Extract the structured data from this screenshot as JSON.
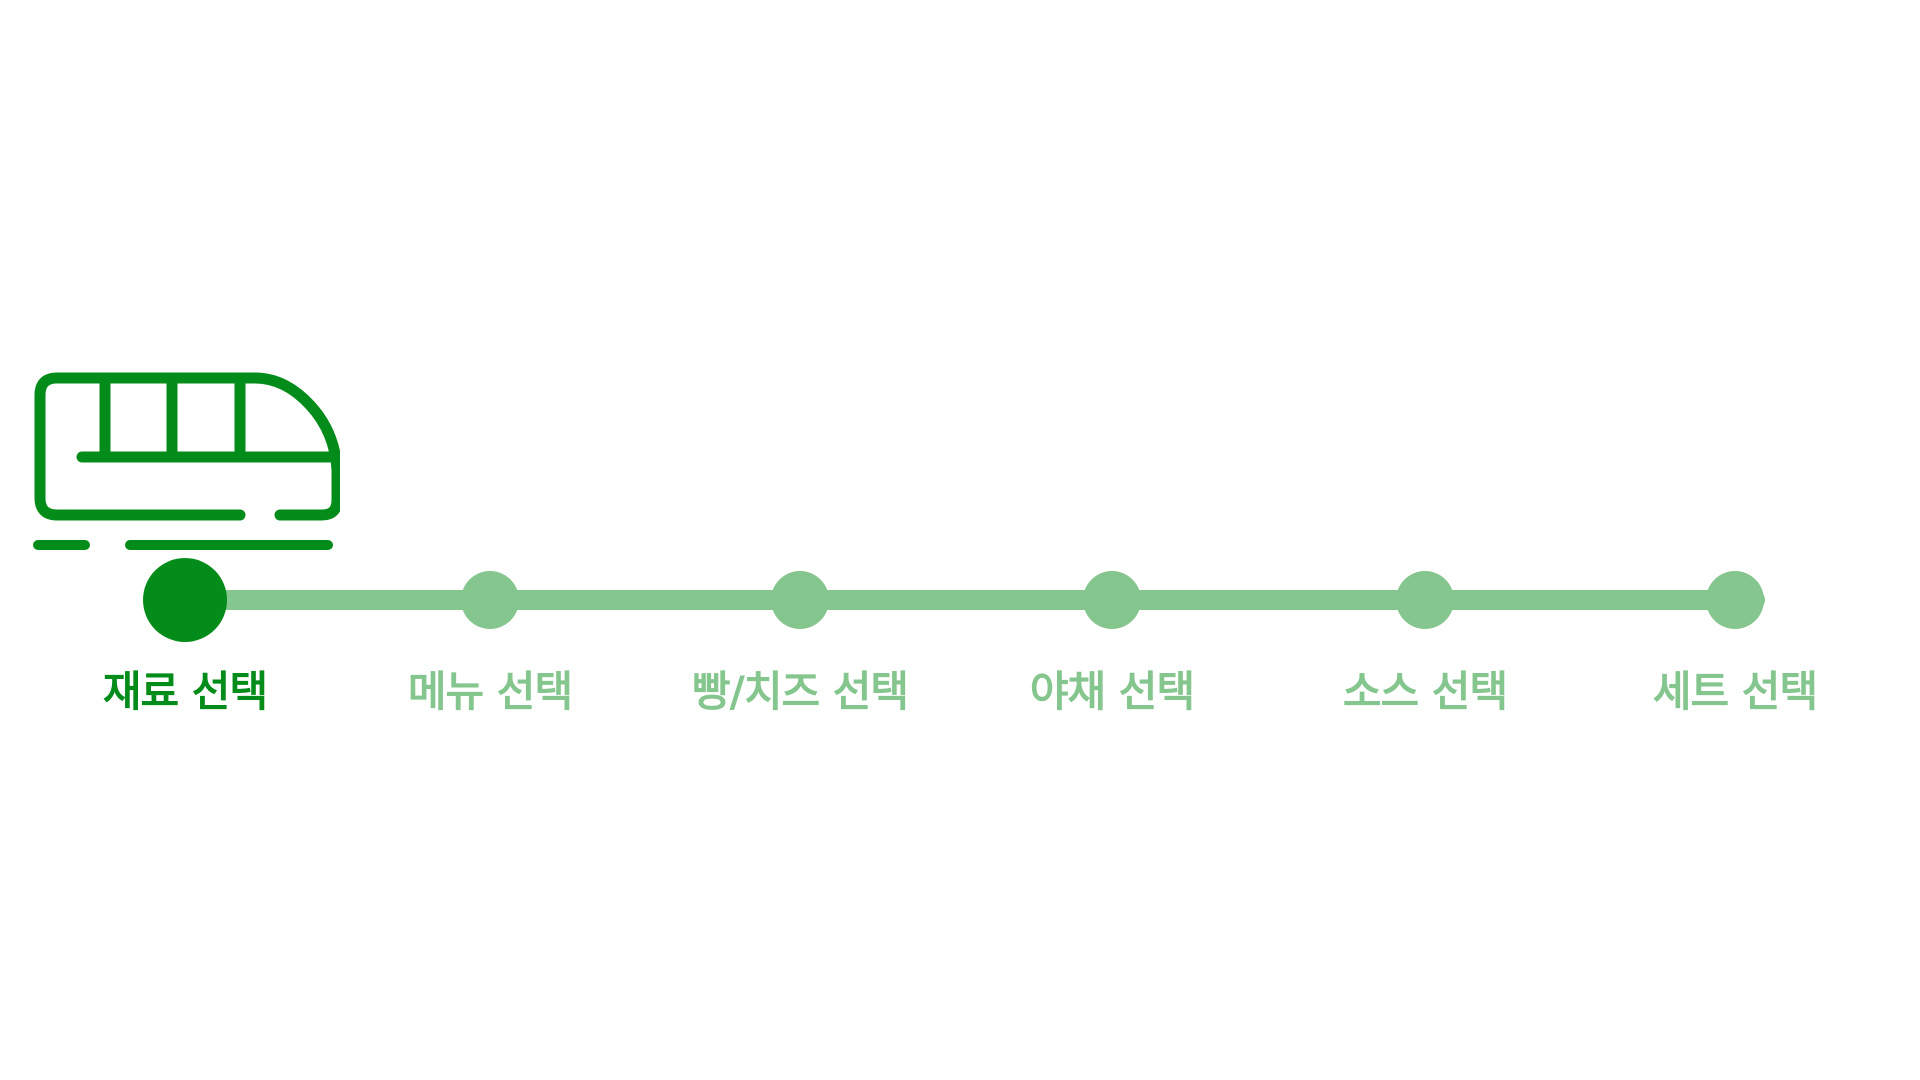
{
  "colors": {
    "active": "#048C1A",
    "inactive": "#84C68E",
    "background": "#FFFFFF"
  },
  "progress": {
    "icon": "train-icon",
    "current_step": 1,
    "total_steps": 6,
    "steps": [
      {
        "label": "재료 선택",
        "state": "active"
      },
      {
        "label": "메뉴 선택",
        "state": "inactive"
      },
      {
        "label": "빵/치즈 선택",
        "state": "inactive"
      },
      {
        "label": "야채 선택",
        "state": "inactive"
      },
      {
        "label": "소스 선택",
        "state": "inactive"
      },
      {
        "label": "세트 선택",
        "state": "inactive"
      }
    ]
  }
}
